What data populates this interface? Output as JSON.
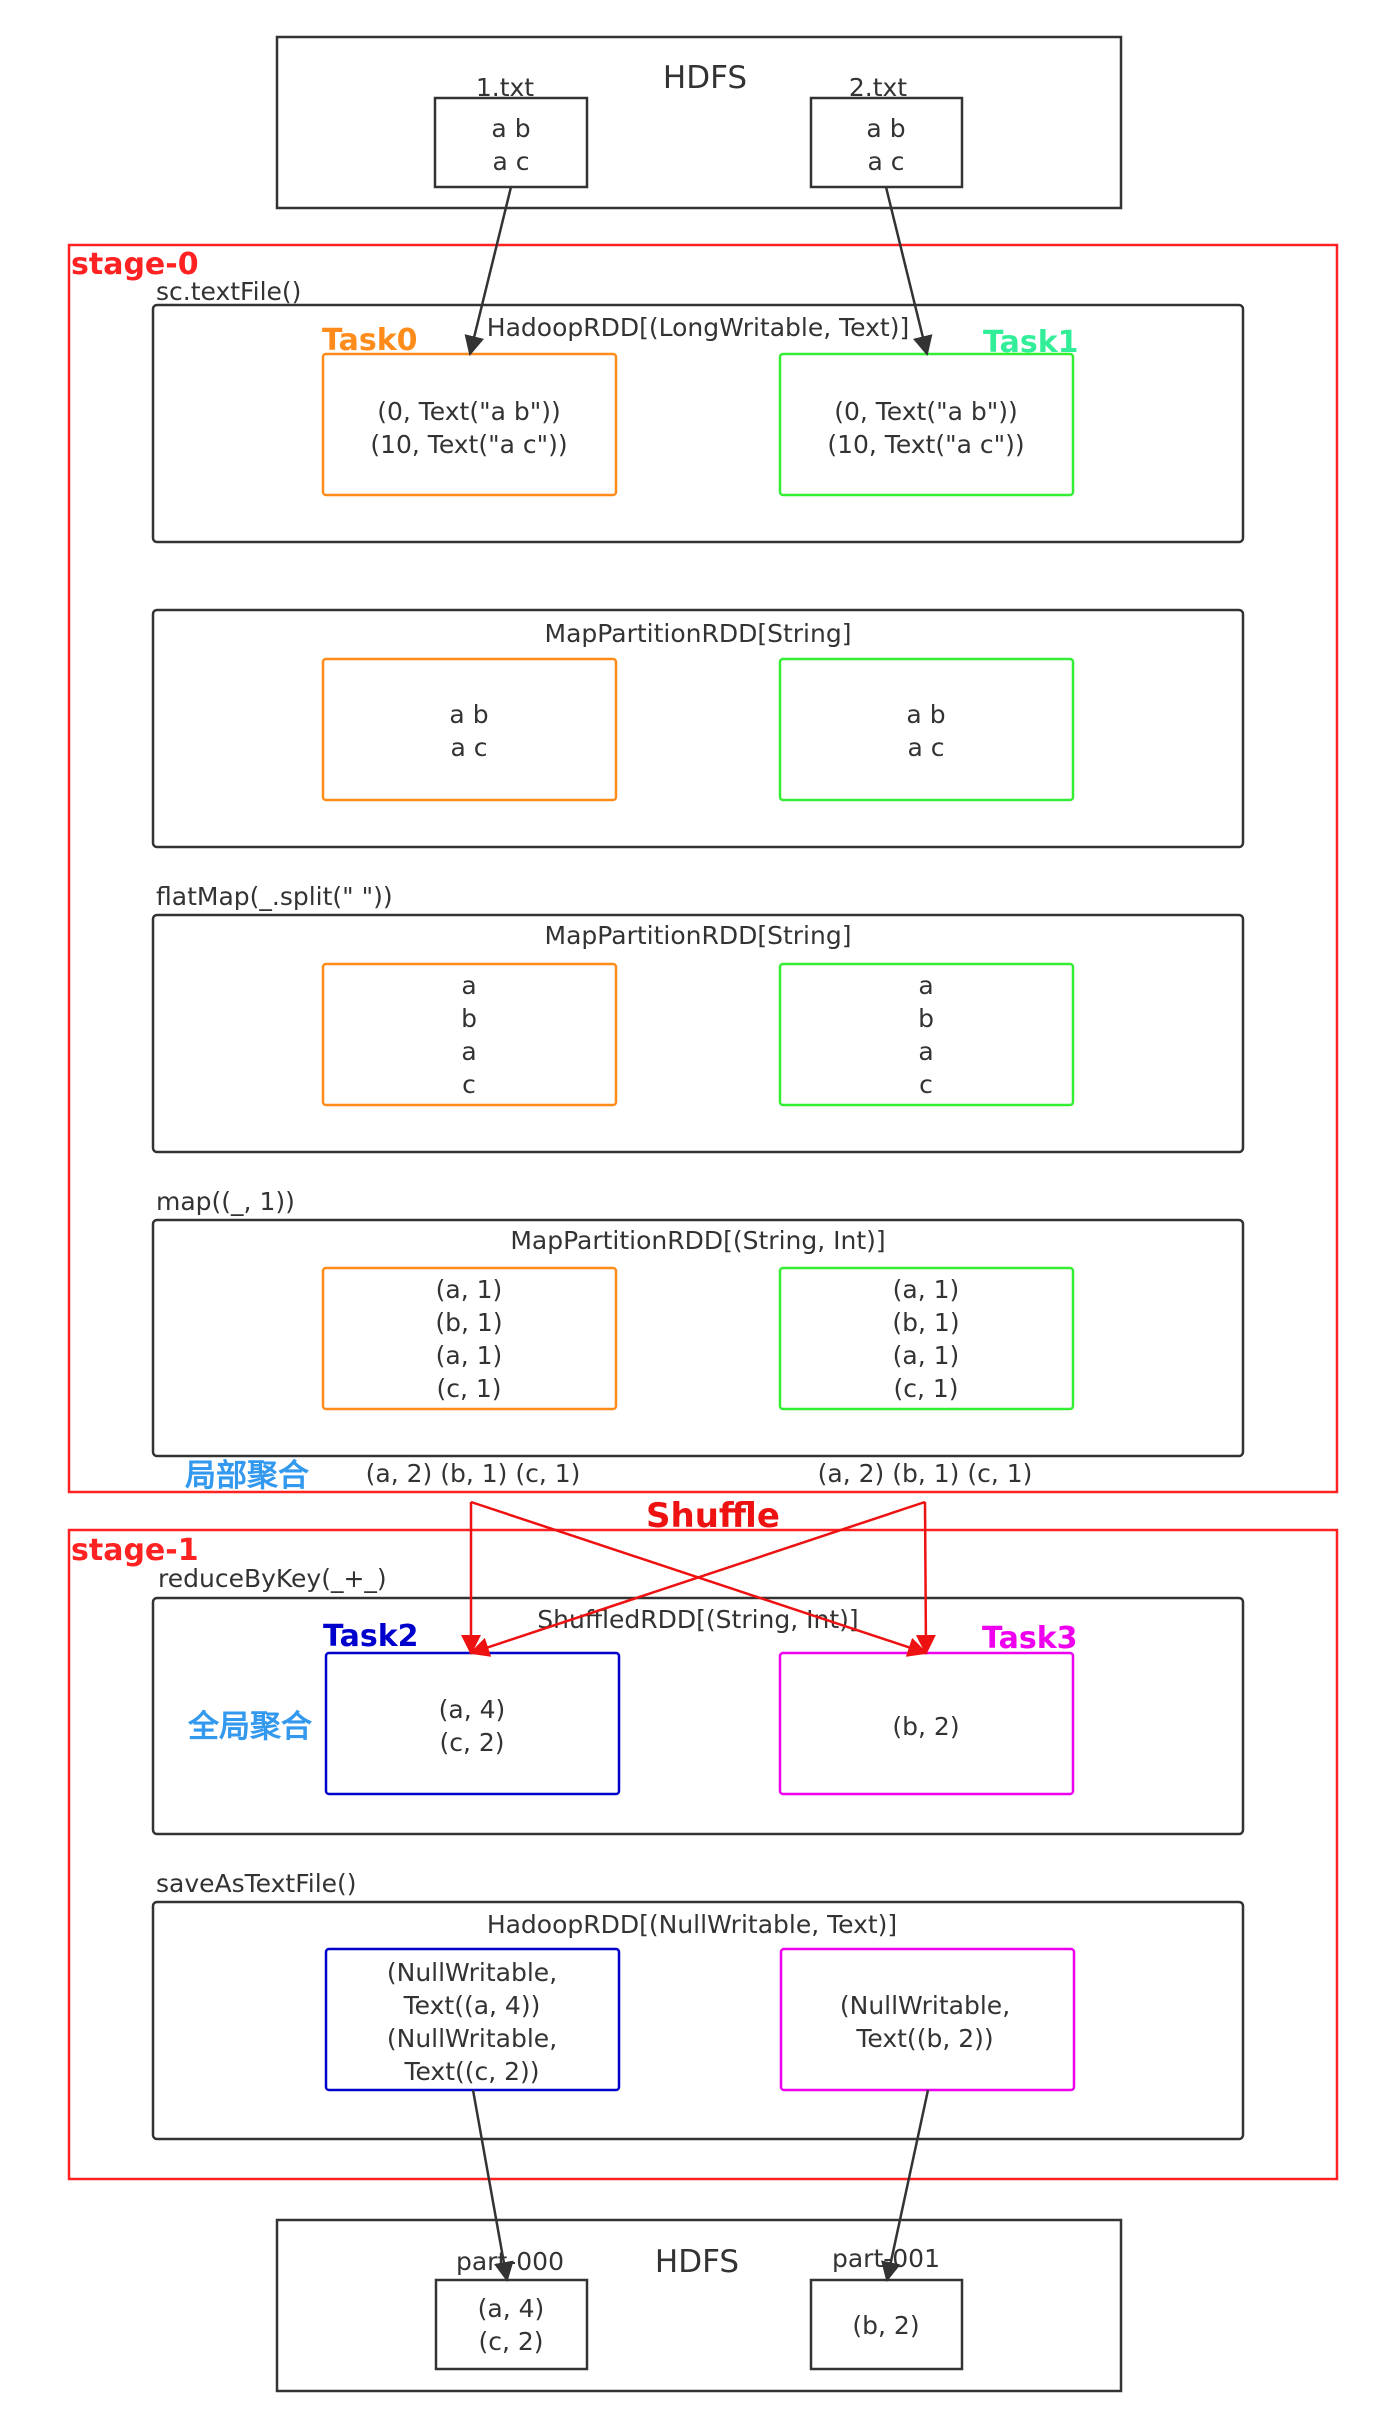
{
  "colors": {
    "stage_border": "#ff2222",
    "task0": "#ff8c1a",
    "task1": "#33ee33",
    "task1_label": "#33ee99",
    "task2": "#0000cc",
    "task3": "#ee00ee",
    "shuffle": "#ee1111",
    "local_label": "#3399ee"
  },
  "hdfs_top": {
    "title": "HDFS",
    "files": [
      {
        "name": "1.txt",
        "lines": [
          "a b",
          "a c"
        ]
      },
      {
        "name": "2.txt",
        "lines": [
          "a b",
          "a c"
        ]
      }
    ]
  },
  "stage0": {
    "label": "stage-0",
    "ops": {
      "textfile": "sc.textFile()",
      "flatmap": "flatMap(_.split(\" \"))",
      "map": "map((_, 1))"
    },
    "tasks": {
      "left": "Task0",
      "right": "Task1"
    },
    "rdds": [
      {
        "title": "HadoopRDD[(LongWritable, Text)]",
        "left": [
          "(0, Text(\"a b\"))",
          "(10, Text(\"a c\"))"
        ],
        "right": [
          "(0, Text(\"a b\"))",
          "(10, Text(\"a c\"))"
        ]
      },
      {
        "title": "MapPartitionRDD[String]",
        "left": [
          "a b",
          "a c"
        ],
        "right": [
          "a b",
          "a c"
        ]
      },
      {
        "title": "MapPartitionRDD[String]",
        "left": [
          "a",
          "b",
          "a",
          "c"
        ],
        "right": [
          "a",
          "b",
          "a",
          "c"
        ]
      },
      {
        "title": "MapPartitionRDD[(String, Int)]",
        "left": [
          "(a, 1)",
          "(b, 1)",
          "(a, 1)",
          "(c, 1)"
        ],
        "right": [
          "(a, 1)",
          "(b, 1)",
          "(a, 1)",
          "(c, 1)"
        ]
      }
    ],
    "local_agg_label": "局部聚合",
    "local_agg_left": "(a, 2) (b, 1) (c, 1)",
    "local_agg_right": "(a, 2) (b, 1) (c, 1)"
  },
  "shuffle_label": "Shuffle",
  "stage1": {
    "label": "stage-1",
    "ops": {
      "reduce": "reduceByKey(_+_)",
      "save": "saveAsTextFile()"
    },
    "tasks": {
      "left": "Task2",
      "right": "Task3"
    },
    "global_agg_label": "全局聚合",
    "rdds": [
      {
        "title": "ShuffledRDD[(String, Int)]",
        "left": [
          "(a, 4)",
          "(c, 2)"
        ],
        "right": [
          "(b, 2)"
        ]
      },
      {
        "title": "HadoopRDD[(NullWritable, Text)]",
        "left": [
          "(NullWritable,",
          "Text((a, 4))",
          "(NullWritable,",
          "Text((c, 2))"
        ],
        "right": [
          "(NullWritable,",
          "Text((b, 2))"
        ]
      }
    ]
  },
  "hdfs_bottom": {
    "title": "HDFS",
    "files": [
      {
        "name": "part-000",
        "lines": [
          "(a, 4)",
          "(c, 2)"
        ]
      },
      {
        "name": "part-001",
        "lines": [
          "(b, 2)"
        ]
      }
    ]
  }
}
